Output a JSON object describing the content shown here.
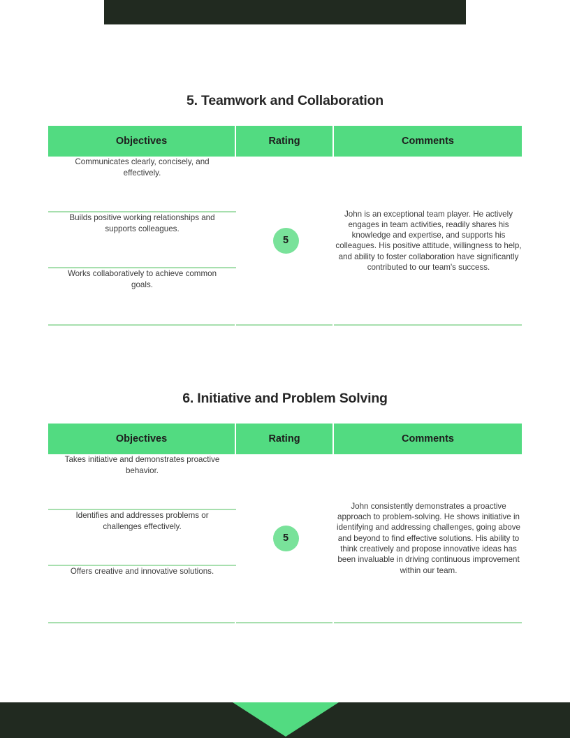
{
  "page": {
    "accent_green": "#52DB81",
    "badge_green": "#79E29A",
    "rule_green": "#A7DFAE",
    "dark_bar": "#212A20",
    "background": "#ffffff"
  },
  "top_bar": {
    "name": "top-dark-banner"
  },
  "columns": {
    "objectives": "Objectives",
    "rating": "Rating",
    "comments": "Comments"
  },
  "sections": [
    {
      "title": "5. Teamwork and Collaboration",
      "objectives": [
        "Communicates clearly, concisely, and effectively.",
        "Builds positive working relationships and supports colleagues.",
        "Works collaboratively to achieve common goals."
      ],
      "rating": "5",
      "comment": "John is an exceptional team player. He actively engages in team activities, readily shares his knowledge and expertise, and supports his colleagues. His positive attitude, willingness to help, and ability to foster collaboration have significantly contributed to our team's success."
    },
    {
      "title": "6. Initiative and Problem Solving",
      "objectives": [
        "Takes initiative and demonstrates proactive behavior.",
        "Identifies and addresses problems or challenges effectively.",
        "Offers creative and innovative solutions."
      ],
      "rating": "5",
      "comment": "John consistently demonstrates a proactive approach to problem-solving. He shows initiative in identifying and addressing challenges, going above and beyond to find effective solutions. His ability to think creatively and propose innovative ideas has been invaluable in driving continuous improvement within our team."
    }
  ],
  "footer": {
    "name": "footer-dark-bar-with-green-chevron"
  }
}
